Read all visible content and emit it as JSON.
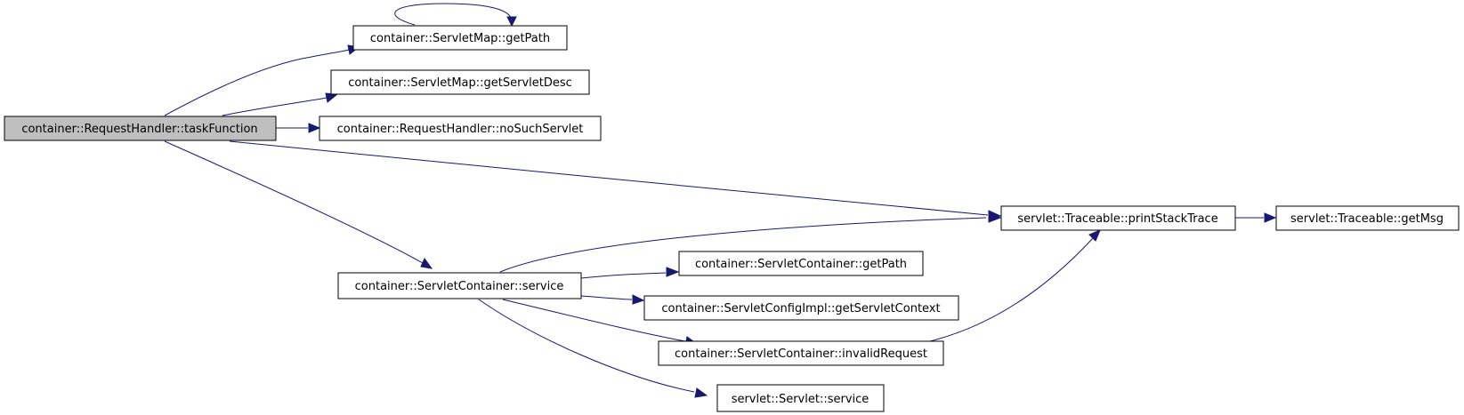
{
  "diagram": {
    "kind": "call-graph",
    "colors": {
      "edge": "#191970",
      "root_fill": "#bfbfbf",
      "node_fill": "#ffffff",
      "border": "#000000"
    },
    "nodes": [
      {
        "id": "n_task",
        "label": "container::RequestHandler::taskFunction",
        "root": true
      },
      {
        "id": "n_getpath_map",
        "label": "container::ServletMap::getPath"
      },
      {
        "id": "n_getservletdesc",
        "label": "container::ServletMap::getServletDesc"
      },
      {
        "id": "n_nosuch",
        "label": "container::RequestHandler::noSuchServlet"
      },
      {
        "id": "n_printstack",
        "label": "servlet::Traceable::printStackTrace"
      },
      {
        "id": "n_getmsg",
        "label": "servlet::Traceable::getMsg"
      },
      {
        "id": "n_svc_container",
        "label": "container::ServletContainer::service"
      },
      {
        "id": "n_getpath_container",
        "label": "container::ServletContainer::getPath"
      },
      {
        "id": "n_getservletcontext",
        "label": "container::ServletConfigImpl::getServletContext"
      },
      {
        "id": "n_invalid",
        "label": "container::ServletContainer::invalidRequest"
      },
      {
        "id": "n_servlet_service",
        "label": "servlet::Servlet::service"
      }
    ],
    "edges": [
      {
        "from": "n_getpath_map",
        "to": "n_getpath_map"
      },
      {
        "from": "n_task",
        "to": "n_getpath_map"
      },
      {
        "from": "n_task",
        "to": "n_getservletdesc"
      },
      {
        "from": "n_task",
        "to": "n_nosuch"
      },
      {
        "from": "n_task",
        "to": "n_printstack"
      },
      {
        "from": "n_task",
        "to": "n_svc_container"
      },
      {
        "from": "n_printstack",
        "to": "n_getmsg"
      },
      {
        "from": "n_svc_container",
        "to": "n_printstack"
      },
      {
        "from": "n_svc_container",
        "to": "n_getpath_container"
      },
      {
        "from": "n_svc_container",
        "to": "n_getservletcontext"
      },
      {
        "from": "n_svc_container",
        "to": "n_invalid"
      },
      {
        "from": "n_svc_container",
        "to": "n_servlet_service"
      },
      {
        "from": "n_invalid",
        "to": "n_printstack"
      }
    ]
  }
}
